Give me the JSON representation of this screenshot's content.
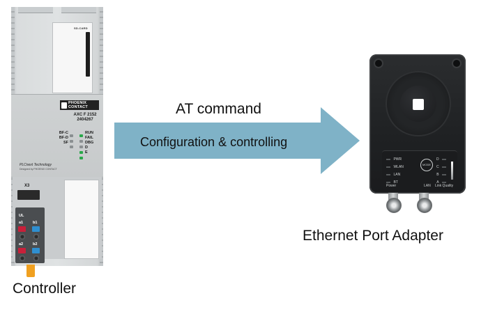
{
  "controller": {
    "caption": "Controller",
    "sd_label": "SD-CARD",
    "brand_logo": "PHOENIX\nCONTACT",
    "model_name": "AXC F 2152",
    "model_number": "2404267",
    "leds_left": [
      "BF-C",
      "BF-D",
      "SF"
    ],
    "leds_right": [
      "RUN",
      "FAIL",
      "DBG",
      "D",
      "E"
    ],
    "brand_line": "PLCnext Technology",
    "brand_sub": "Designed by PHOENIX CONTACT",
    "connector_label": "X3",
    "terminal_labels": [
      "UL",
      "a1",
      "b1",
      "a2",
      "b2"
    ]
  },
  "arrow": {
    "title": "AT command",
    "subtitle": "Configuration & controlling",
    "fill_color": "#7fb2c7"
  },
  "adapter": {
    "caption": "Ethernet Port Adapter",
    "status_left": [
      "PWR",
      "WLAN",
      "LAN",
      "BT"
    ],
    "mode_label": "MODE",
    "status_right": [
      "D",
      "C",
      "B",
      "A"
    ],
    "bottom_labels": [
      "Power",
      "LAN",
      "Link Quality"
    ]
  }
}
